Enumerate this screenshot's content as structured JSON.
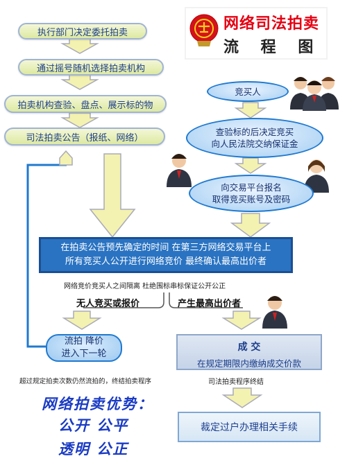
{
  "title": {
    "line1": "网络司法拍卖",
    "line2": "流 程 图"
  },
  "left_steps": [
    "执行部门决定委托拍卖",
    "通过摇号随机选择拍卖机构",
    "拍卖机构查验、盘点、展示标的物",
    "司法拍卖公告（报纸、网络）"
  ],
  "right_steps": [
    "竞买人",
    "查验标的后决定竞买\n向人民法院交纳保证金",
    "向交易平台报名\n取得竞买账号及密码"
  ],
  "bidding": {
    "line1": "在拍卖公告预先确定的时间  在第三方网络交易平台上",
    "line2": "所有竞买人公开进行网络竞价 最终确认最高出价者"
  },
  "isolation_note": "网络竞价竞买人之间隔离   杜绝围标串标保证公开公正",
  "branch_left": "无人竞买或报价",
  "branch_right": "产生最高出价者",
  "failed": {
    "line1": "流拍   降价",
    "line2": "进入下一轮"
  },
  "failed_note": "超过规定拍卖次数仍然流拍的，终结拍卖程序",
  "deal": {
    "title": "成      交",
    "subtitle": "在规定期限内缴纳成交价款"
  },
  "end_note": "司法拍卖程序终结",
  "final_step": "裁定过户办理相关手续",
  "advantages": {
    "title": "网络拍卖优势：",
    "row1": "公开   公平",
    "row2": "透明   公正"
  },
  "colors": {
    "arrow_fill": "#f4f2b0",
    "arrow_stroke": "#a9aab8",
    "blue_accent": "#2a73c2",
    "emblem_red": "#d4121c"
  },
  "icons": [
    "court-emblem-icon",
    "people-group-icon",
    "person-icon",
    "arrow-down-icon",
    "arrow-up-icon"
  ]
}
